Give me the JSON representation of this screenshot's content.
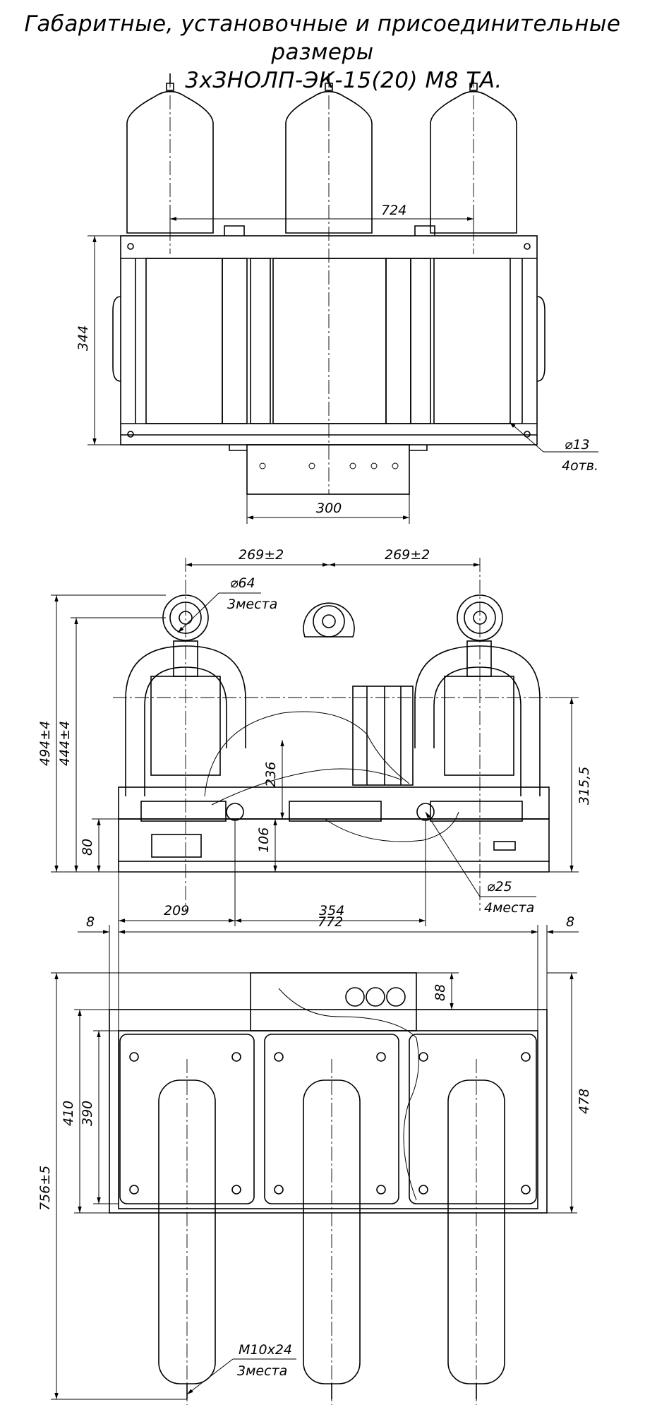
{
  "title": {
    "line1": "Габаритные, установочные и присоединительные размеры",
    "line2": "3хЗНОЛП-ЭК-15(20) М8 ТА."
  },
  "top_view": {
    "dim_width": "724",
    "dim_height": "344",
    "dim_base": "300",
    "hole_dia": "⌀13",
    "hole_count": "4отв."
  },
  "front_view": {
    "dim_spacing_left": "269±2",
    "dim_spacing_right": "269±2",
    "dim_terminal_dia": "⌀64",
    "dim_terminal_count": "3места",
    "dim_total_height": "494±4",
    "dim_height_2": "444±4",
    "dim_box_height": "236",
    "dim_mount_height": "106",
    "dim_base_height": "80",
    "dim_right_height": "315,5",
    "dim_hole_dia": "⌀25",
    "dim_hole_count": "4места",
    "dim_left_offset": "209",
    "dim_hole_spacing": "354"
  },
  "side_view": {
    "dim_offset_left": "8",
    "dim_width": "772",
    "dim_offset_right": "8",
    "dim_box_depth": "88",
    "dim_total_length": "756±5",
    "dim_410": "410",
    "dim_390": "390",
    "dim_478": "478",
    "dim_thread": "M10x24",
    "dim_thread_count": "3места"
  }
}
